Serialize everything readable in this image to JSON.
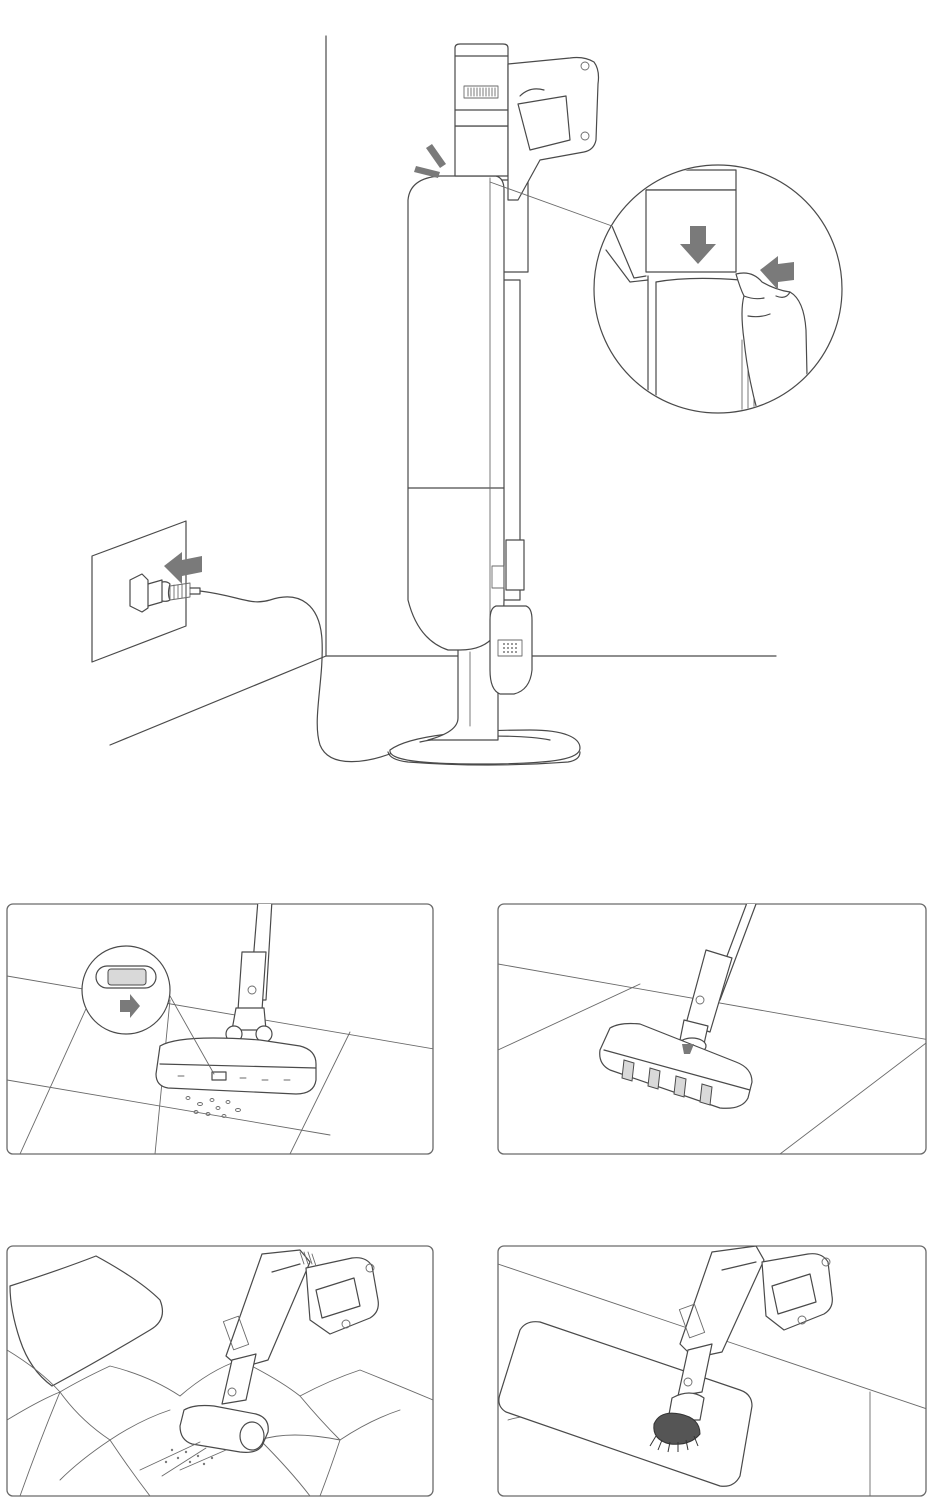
{
  "figure": {
    "main_scene": "charging-on-dock",
    "panels": [
      {
        "id": "floor-mode",
        "indicator": "switch-slide-right"
      },
      {
        "id": "hard-floor"
      },
      {
        "id": "sofa-mini-brush"
      },
      {
        "id": "keyboard-dust-brush"
      }
    ]
  },
  "colors": {
    "line": "#4a4a4a",
    "arrow": "#7a7a7a",
    "panel_border": "#6a6a6a",
    "background": "#ffffff"
  },
  "icons": [
    "arrow-down-icon",
    "arrow-left-icon",
    "arrow-right-icon",
    "click-spark-icon"
  ]
}
